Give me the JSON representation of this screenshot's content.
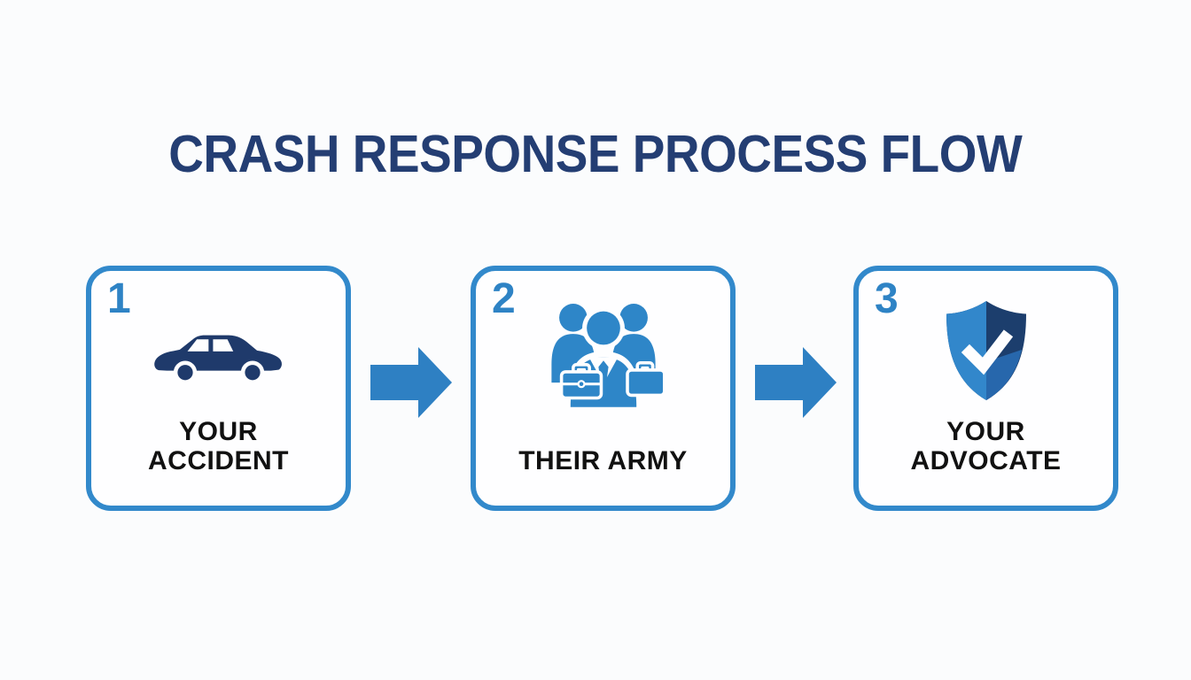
{
  "title": "CRASH RESPONSE PROCESS FLOW",
  "steps": [
    {
      "number": "1",
      "label": "YOUR\nACCIDENT",
      "icon": "car-icon"
    },
    {
      "number": "2",
      "label": "THEIR ARMY",
      "icon": "team-icon"
    },
    {
      "number": "3",
      "label": "YOUR\nADVOCATE",
      "icon": "shield-check-icon"
    }
  ],
  "connectors": [
    {
      "icon": "arrow-right-icon"
    },
    {
      "icon": "arrow-right-icon"
    }
  ],
  "colors": {
    "background": "#FBFCFD",
    "box_border": "#3289CB",
    "accent_blue": "#2E83C5",
    "arrow_blue": "#2E80C3",
    "title_navy": "#243E73",
    "car_navy": "#1F3A6B",
    "team_blue": "#2E86C8",
    "shield_light": "#3287CB",
    "shield_dark": "#1C3E6D",
    "shield_mid": "#2767AC",
    "label_black": "#111111"
  }
}
